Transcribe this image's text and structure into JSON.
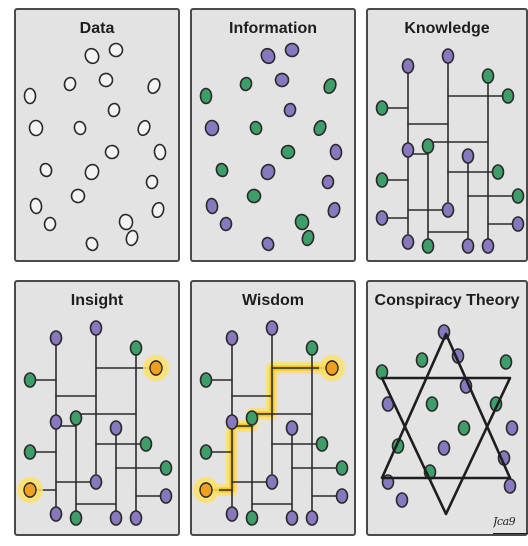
{
  "panels": [
    {
      "id": "data",
      "title": "Data"
    },
    {
      "id": "information",
      "title": "Information"
    },
    {
      "id": "knowledge",
      "title": "Knowledge"
    },
    {
      "id": "insight",
      "title": "Insight"
    },
    {
      "id": "wisdom",
      "title": "Wisdom"
    },
    {
      "id": "conspiracy",
      "title": "Conspiracy Theory"
    }
  ],
  "colors": {
    "panel_background": "#e3e3e3",
    "ink": "#2a2a2a",
    "green_dot": "#3e9e6a",
    "purple_dot": "#8878c0",
    "highlight": "#f5c518",
    "highlight_glow": "#ffe066"
  },
  "signature": "Jca9"
}
